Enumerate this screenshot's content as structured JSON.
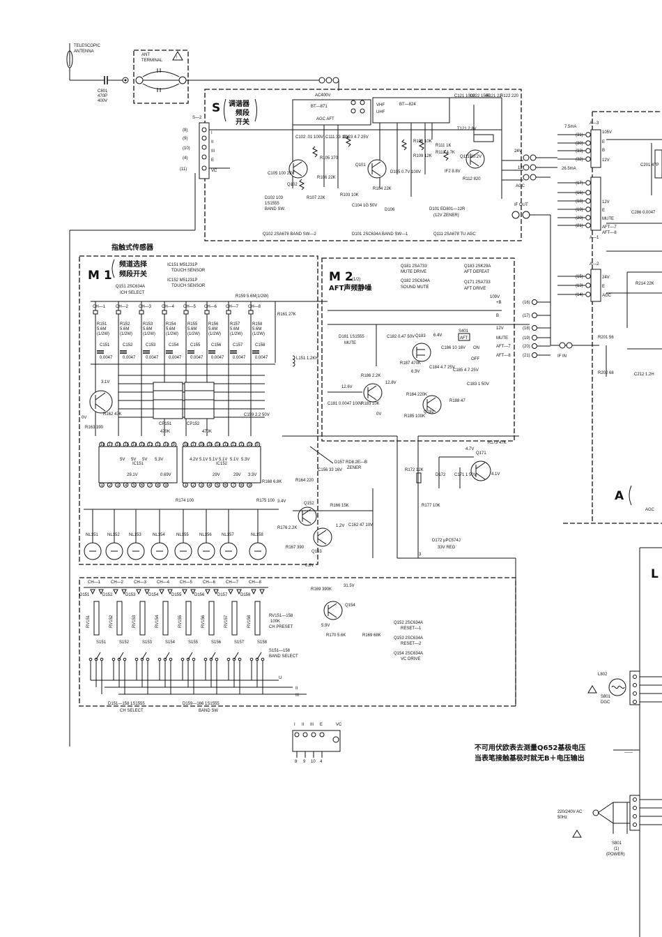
{
  "antenna": {
    "label_1": "TELESCOPIC",
    "label_2": "ANTENNA",
    "cap_ref": "C801",
    "cap_value": "470P",
    "cap_voltage": "400V",
    "terminal_1": "ANT",
    "terminal_2": "TERMINAL"
  },
  "tuner": {
    "block_letter": "S",
    "title_cn_1": "调谐器",
    "title_cn_2": "频段",
    "title_cn_3": "开关",
    "ac_label": "AC400V",
    "bt1": "BT—871",
    "bt2": "BT—824",
    "vhf": "VHF",
    "uhf": "UHF",
    "agc_aft": "AGC AFT",
    "if_out": "IF OUT",
    "pin_24v": "24V",
    "pin_12v": "12V",
    "pin_agc": "AGC",
    "parts": [
      "C121 100P",
      "C122 150P",
      "R121 22",
      "R122 220",
      "C102 .01 100V",
      "C111 33 16V",
      "C123 4.7 25V",
      "R105 270",
      "R106 22K",
      "R107 22K",
      "R103 10K",
      "R104 22K",
      "C104 1G 50V",
      "R108 10K",
      "R109 12K",
      "R111 1K",
      "R113 4.7K",
      "R112 820",
      "C105 100 25V",
      "D105 0.7V 100V",
      "D106",
      "IF2 8.8V",
      "T121 2.8V",
      "Q111 10.2V"
    ],
    "q102": "Q102",
    "q101": "Q101",
    "d102": "D102 103",
    "d102b": "1S1555",
    "band_sw": "BAND SW.",
    "d101_note": "D101  ED801—12R",
    "d101_zener": "(12V ZENER)",
    "footer": [
      "Q102    2SA678       BAND SW—2",
      "D101    2SC634A  BAND SW—1",
      "Q111 2SA678  TU AGC"
    ]
  },
  "m1": {
    "block_letter": "M 1",
    "heading_cn": "指触式传感器",
    "sub_cn_1": "频道选择",
    "sub_cn_2": "频段开关",
    "ic151": "IC151      M51231P",
    "ic151b": "TOUCH      SENSOR",
    "ic152": "IC152      M51231P",
    "ic152b": "TOUCH      SENSOR",
    "q151": "Q151      2SC634A",
    "q151b": "ICH  SELECT",
    "ch_labels": [
      "CH—1",
      "CH—2",
      "CH—3",
      "CH—4",
      "CH—5",
      "CH—6",
      "CH—7",
      "CH—8"
    ],
    "r_labels": [
      "R151",
      "R152",
      "R153",
      "R154",
      "R155",
      "R156",
      "R157",
      "R158"
    ],
    "r_value": "5.6M",
    "r_power": "(1/2W)",
    "c_labels": [
      "C151",
      "C152",
      "C153",
      "C154",
      "C155",
      "C156",
      "C157",
      "C158"
    ],
    "c_value": "0.0047",
    "nl_labels": [
      "NL151",
      "NL152",
      "NL153",
      "NL154",
      "NL155",
      "NL156",
      "NL157",
      "NL158"
    ],
    "rv_labels": [
      "RV151",
      "RV152",
      "RV153",
      "RV154",
      "RV155",
      "RV156",
      "RV157",
      "RV158"
    ],
    "s_labels": [
      "S151",
      "S152",
      "S153",
      "S154",
      "S155",
      "S156",
      "S157",
      "S158"
    ],
    "d_labels": [
      "D151",
      "D152",
      "D153",
      "D154",
      "D155",
      "D156",
      "D157",
      "D158"
    ],
    "r159": "R159  5.6M(1/2W)",
    "r161": "R161 27K",
    "l151": "L151 1.2KH",
    "cp151": "CP151",
    "cp152": "CP152",
    "ohm_470k": "470K",
    "c159": "C159 2.2 50V",
    "ic_volts_top": [
      "5V",
      "5V",
      "5V",
      "5.3V",
      "4.2V",
      "5.1V",
      "5.1V",
      "5.1V",
      "5.1V",
      "5.3V"
    ],
    "ic_volts_bottom": [
      "29.1V",
      "0.69V",
      "29V",
      "29V",
      "3.3V"
    ],
    "r174": "R174 100",
    "r175": "R175 100",
    "r168": "R168 6.8K",
    "rv_note_1": "RV151—158",
    "rv_note_2": "100K",
    "rv_note_3": "CH PRESET",
    "s_note_1": "S151—158",
    "s_note_2": "BAND SELECT",
    "diode_note_1": "D151—158      1S1555",
    "diode_note_2": "CH SELECT",
    "diode_note_3": "D159—166      1S1555",
    "diode_note_4": "BAND SW",
    "r162": "R162 47K",
    "r163": "R163 390",
    "v_3_1": "3.1V",
    "v_0": "0V"
  },
  "m2": {
    "block_letter": "M 2",
    "half": "(1/2)",
    "title_cn": "AFT声频静噪",
    "q181": "Q181     2SA733",
    "q181b": "MUTE  DRIVE",
    "q182": "Q182     2SC634A",
    "q182b": "SOUND  MUTE",
    "q183": "Q183  2SK29A",
    "q183b": "AFT  DEFEAT",
    "q171": "Q171  2SA733",
    "q171b": "AFT  DRIVE",
    "d181": "D181  1S1555",
    "d181b": "MUTE",
    "s401": "S401",
    "aft": "AFT",
    "on": "ON",
    "off": "OFF",
    "mute": "MUTE",
    "v109": "109V",
    "pins": [
      "16",
      "17",
      "18",
      "19",
      "20",
      "21"
    ],
    "pin_labels": [
      "+B",
      "B",
      "12V",
      "MUTE",
      "AFT—7",
      "AFT—8"
    ],
    "parts": [
      "C182 0.47 50V",
      "R187 470K",
      "C184 4.7 25V",
      "C186 10 16V",
      "R186 2.2K",
      "R183 10K",
      "C181 0.0047 100V",
      "R184 220K",
      "R185 100K",
      "R188 47",
      "C183 1 50V",
      "C185 4.7 25V"
    ],
    "d157": "D157 RD8.2E—B",
    "d157b": "ZENER",
    "r164": "R164 220",
    "c156": "C156 33 16V",
    "q152": "Q152",
    "q153": "Q153",
    "r166": "R166 15K",
    "c162": "C162 47 10V",
    "r176": "R176 2.2K",
    "r167": "R167 390",
    "r173": "R173 47K",
    "r172": "R172 12K",
    "d172": "D172",
    "c171": "C171 1 50V",
    "r177": "R177 10K",
    "d172b": "D172 µPC574J",
    "d172c": "33V     REG",
    "volts": [
      "6.4V",
      "6.3V",
      "12.6V",
      "12.8V",
      "4.7V",
      "4.1V",
      "3.4V",
      "1.2V",
      "0.8V",
      "0V"
    ]
  },
  "q154_area": {
    "r169": "R169 390K",
    "v31": "31.5V",
    "q154": "Q154",
    "v59": "5.9V",
    "r170": "R170 5.6K",
    "r169b": "R169 68K",
    "notes": [
      "Q152     2SC634A",
      "RESET—1",
      "Q153     2SC634A",
      "RESET—2",
      "Q154     2SC634A",
      "VC  DRIVE"
    ]
  },
  "block_a": {
    "current": "7.5mA",
    "current2": "26.5mA",
    "v105": "105V",
    "pin_labels": [
      "105V",
      "E",
      "B",
      "12V",
      "E",
      "MUTE",
      "AFT—7",
      "AFT—8",
      "24V",
      "E",
      "AGC"
    ],
    "pin_numbers": [
      "31",
      "30",
      "33",
      "32",
      "17",
      "16",
      "18",
      "19",
      "20",
      "21",
      "15",
      "13",
      "14"
    ],
    "a3": "A—3",
    "a1": "A—1",
    "a2": "A—2",
    "if_in": "IF IN",
    "r201": "R201 56",
    "r202": "R202 68",
    "c286": "C286 0.0047",
    "c201": "C201 47P",
    "r214": "R214 22K",
    "c212": "C212 1.2H",
    "block_letter": "A",
    "agc_fragment": "AGC"
  },
  "power": {
    "mains": "220/240V AC",
    "hz": "50Hz",
    "s801": "S801",
    "s801b": "(1)",
    "s801c": "(POWER)",
    "l802": "L802",
    "dgc": "DGC",
    "s801_label": "S801",
    "block_letter": "L"
  },
  "warning": {
    "line1": "不可用伏欧表去测量Q652基极电压",
    "line2": "当表笔接触基极时就无B＋电压输出"
  },
  "connector_bottom": [
    "I",
    "II",
    "III",
    "E",
    "VC"
  ],
  "connector_bottom_pins": [
    "8",
    "9",
    "10",
    "4"
  ],
  "left_connector": {
    "name": "S—2",
    "pins": [
      "(8)",
      "(9)",
      "(10)",
      "(4)",
      "(11)"
    ],
    "labels": [
      "I",
      "II",
      "III",
      "E",
      "VC"
    ]
  }
}
